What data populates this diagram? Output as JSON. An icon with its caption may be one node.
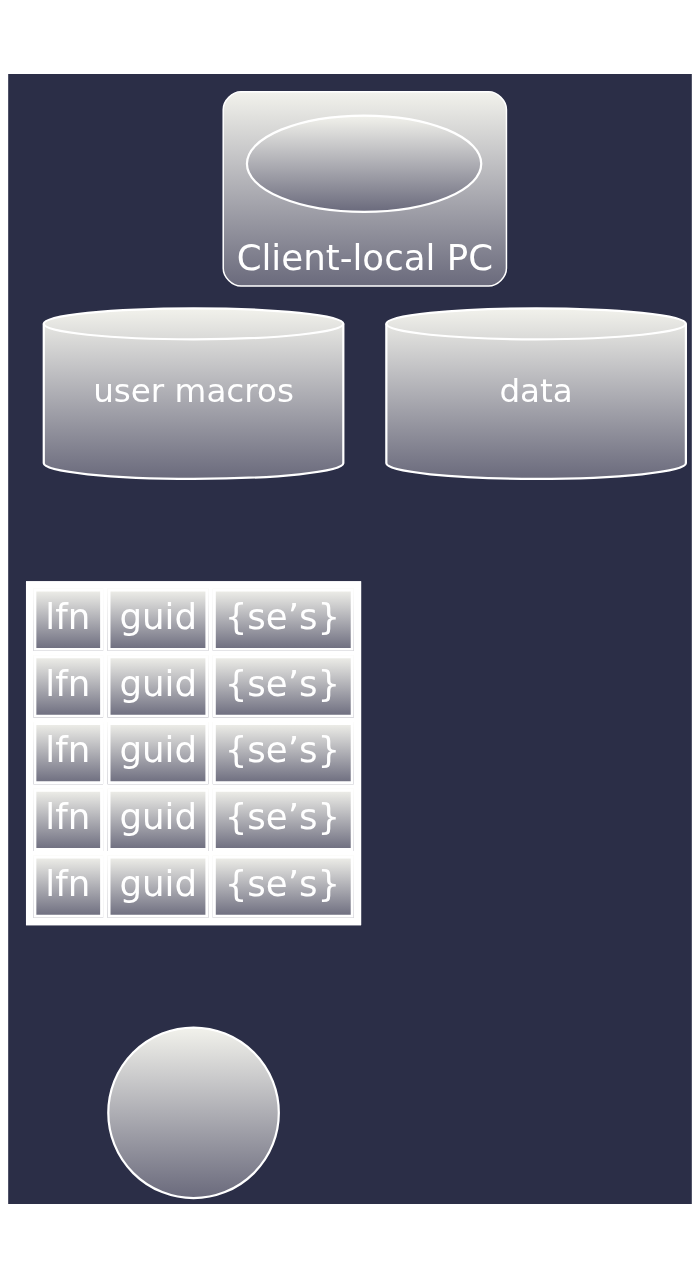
{
  "diagram": {
    "nodes": [
      {
        "text": [
          "Client-local PC"
        ]
      },
      {
        "text": [],
        "shape": "ellipse",
        "in": 0
      },
      {
        "text": [
          "user macros"
        ]
      },
      {
        "text": [
          "data"
        ]
      },
      {
        "text": [],
        "shape": "circle"
      }
    ],
    "labels": [
      "lfn",
      "guid",
      "{se’s}",
      "lfn",
      "guid",
      "{se’s}",
      "lfn",
      "guid",
      "{se’s}",
      "lfn",
      "guid",
      "{se’s}",
      "lfn",
      "guid",
      "{se’s}"
    ]
  }
}
